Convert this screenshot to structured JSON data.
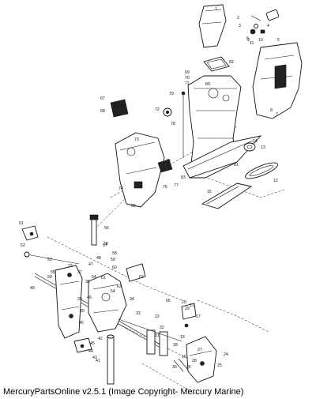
{
  "caption": "MercuryPartsOnline v2.5.1 (Image Copyright- Mercury Marine)",
  "callouts": {
    "c1": "1",
    "c2": "2",
    "c3": "3",
    "c4": "4",
    "c5": "5",
    "c6": "6",
    "c7": "7",
    "c8": "8",
    "c9": "9",
    "c10": "10",
    "c11": "11",
    "c12": "12",
    "c13": "13",
    "c14": "14",
    "c15": "15",
    "c16": "16",
    "c17": "17",
    "c18": "18",
    "c19": "19",
    "c20": "20",
    "c21": "21",
    "c22": "22",
    "c23": "23",
    "c24": "24",
    "c25": "25",
    "c26": "26",
    "c27": "27",
    "c28": "28",
    "c29": "29",
    "c30": "30",
    "c31": "31",
    "c32": "32",
    "c33": "33",
    "c34": "34",
    "c35": "35",
    "c36": "36",
    "c37": "37",
    "c38": "38",
    "c39": "39",
    "c40": "40",
    "c41": "41",
    "c42": "42",
    "c43": "43",
    "c44": "44",
    "c45": "45",
    "c46": "46",
    "c47": "47",
    "c48": "48",
    "c49": "49",
    "c50": "50",
    "c51": "51",
    "c52": "52",
    "c53": "53",
    "c54": "54",
    "c55": "55",
    "c56": "56",
    "c57": "57",
    "c58": "58",
    "c59": "59",
    "c60": "60",
    "c61": "61",
    "c62": "62",
    "c63": "63",
    "c64": "64",
    "c65": "65",
    "c66": "66",
    "c67": "67",
    "c68": "68",
    "c69": "69",
    "c70": "70",
    "c71": "71",
    "c72": "72",
    "c73": "73",
    "c74": "74",
    "c75": "75",
    "c76": "76",
    "c77": "77",
    "c78": "78",
    "c79": "79",
    "c80": "80",
    "c81": "81",
    "c82": "82",
    "c83": "83"
  }
}
